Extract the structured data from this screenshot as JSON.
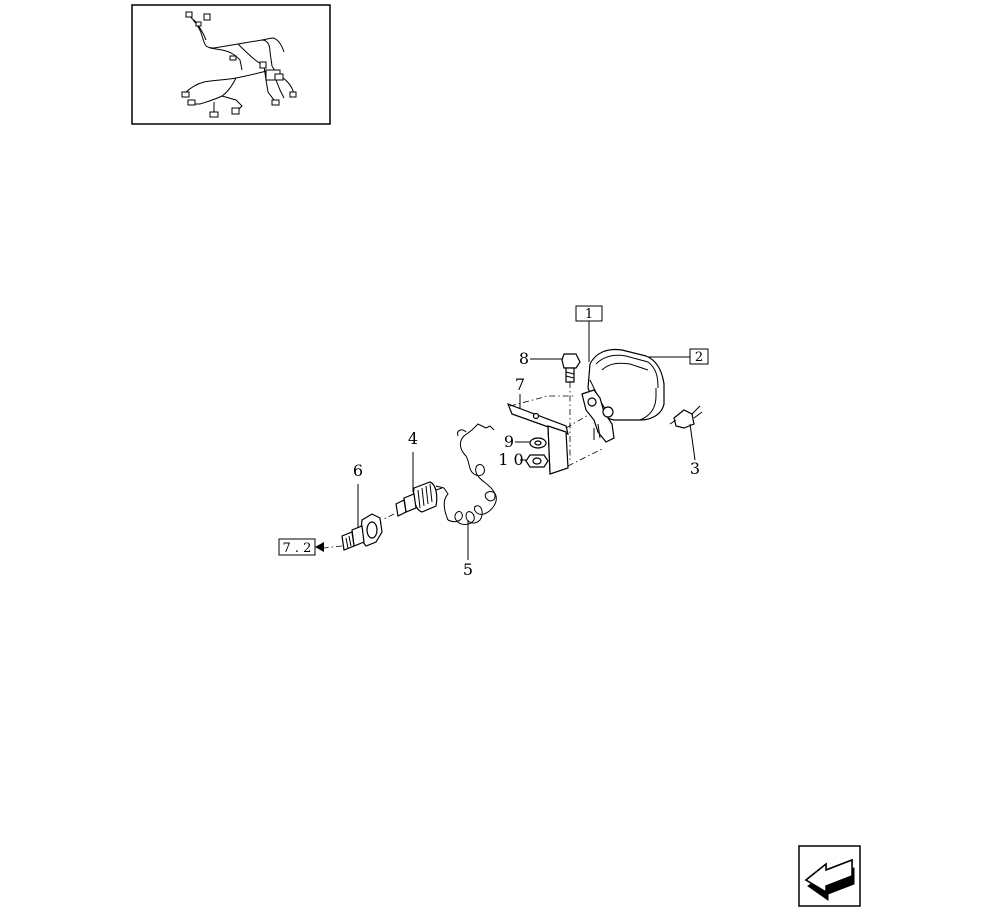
{
  "thumbnail": {
    "name": "wiring-harness-overview"
  },
  "callouts": {
    "ref_1": "1",
    "ref_2": "2",
    "ref_7_2": "7 . 2",
    "part_3": "3",
    "part_4": "4",
    "part_5": "5",
    "part_6": "6",
    "part_7": "7",
    "part_8": "8",
    "part_9": "9",
    "part_10": "1 0"
  },
  "nav": {
    "back_icon": "back-arrow-icon"
  }
}
